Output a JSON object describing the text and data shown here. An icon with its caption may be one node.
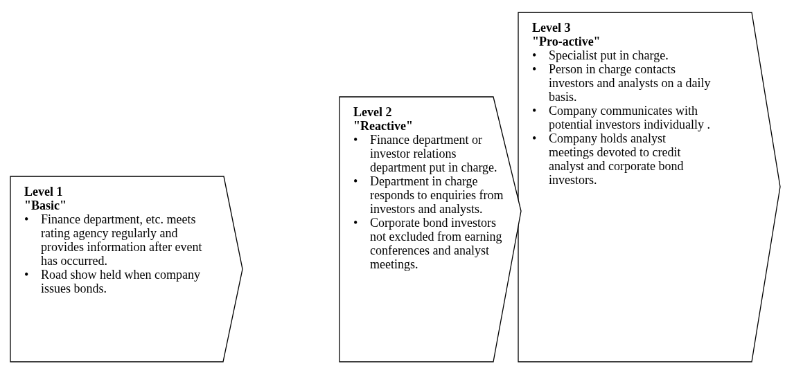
{
  "diagram": {
    "nodes": [
      {
        "text": [
          "Level 1",
          "\"Basic\"",
          "• Finance department, etc. meets rating agency regularly and  provides information after event has occurred.",
          "• Road show held when company issues bonds."
        ]
      },
      {
        "text": [
          "Level 2",
          "\"Reactive\"",
          "• Finance department or investor relations department put in charge.",
          "• Department in charge responds to enquiries from investors and analysts.",
          "• Corporate bond investors not excluded from earning conferences and analyst meetings."
        ]
      },
      {
        "text": [
          "Level 3",
          "\"Pro-active\"",
          "• Specialist put in charge.",
          "• Person in charge contacts investors and analysts on a daily basis.",
          "• Company communicates with potential investors individually .",
          "• Company holds analyst meetings devoted to credit analyst and corporate bond investors."
        ]
      }
    ],
    "edges": []
  }
}
